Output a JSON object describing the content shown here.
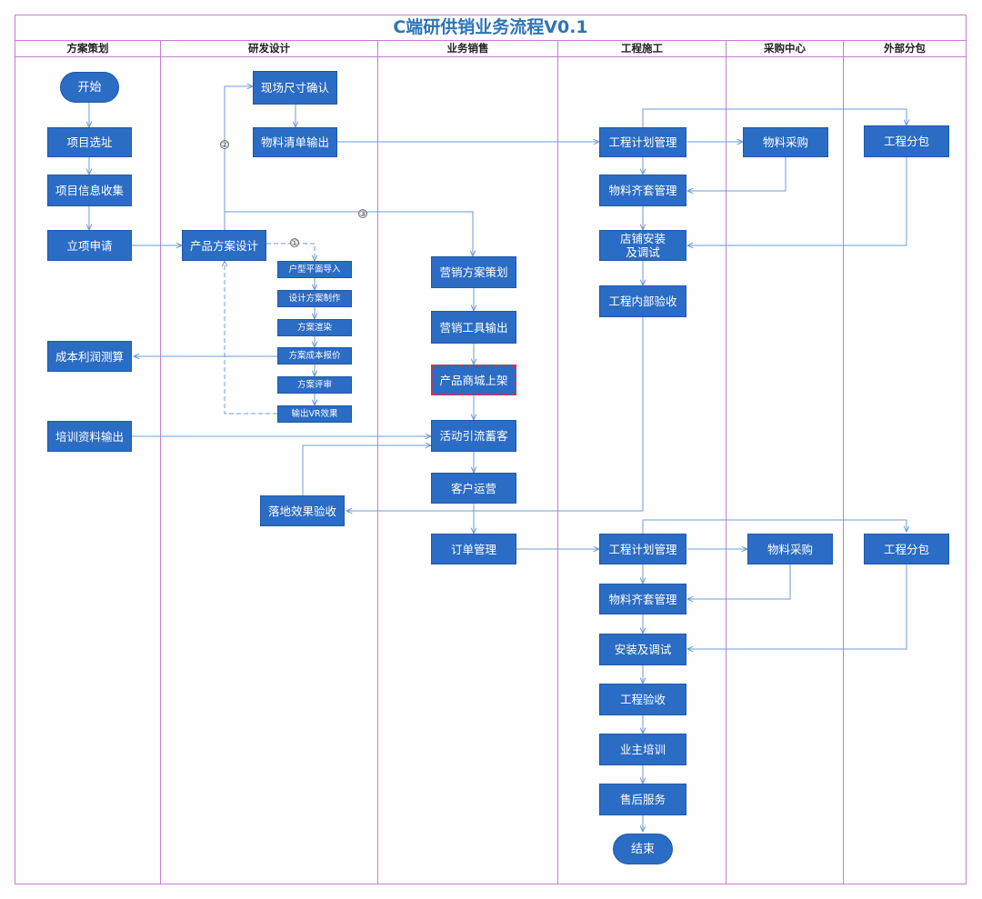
{
  "title": "C端研供销业务流程V0.1",
  "colors": {
    "node": "#2b6cc4",
    "line": "#6b9bd8",
    "lane": "#c77dd1",
    "title": "#2e75b6",
    "highlight_border": "#d9304a"
  },
  "lanes": [
    {
      "id": "plan",
      "label": "方案策划"
    },
    {
      "id": "rd",
      "label": "研发设计"
    },
    {
      "id": "sales",
      "label": "业务销售"
    },
    {
      "id": "eng",
      "label": "工程施工"
    },
    {
      "id": "purchase",
      "label": "采购中心"
    },
    {
      "id": "outsource",
      "label": "外部分包"
    }
  ],
  "nodes": [
    {
      "id": "start",
      "label": "开始",
      "shape": "terminal"
    },
    {
      "id": "site_select",
      "label": "项目选址"
    },
    {
      "id": "info_collect",
      "label": "项目信息收集"
    },
    {
      "id": "approval",
      "label": "立项申请"
    },
    {
      "id": "cost_calc",
      "label": "成本利润测算"
    },
    {
      "id": "training_out",
      "label": "培训资料输出"
    },
    {
      "id": "site_measure",
      "label": "现场尺寸确认"
    },
    {
      "id": "bom_out",
      "label": "物料清单输出"
    },
    {
      "id": "product_design",
      "label": "产品方案设计"
    },
    {
      "id": "floor_import",
      "label": "户型平面导入"
    },
    {
      "id": "design_make",
      "label": "设计方案制作"
    },
    {
      "id": "render",
      "label": "方案渲染"
    },
    {
      "id": "cost_quote",
      "label": "方案成本报价"
    },
    {
      "id": "review",
      "label": "方案评审"
    },
    {
      "id": "vr_out",
      "label": "输出VR效果"
    },
    {
      "id": "landing_accept",
      "label": "落地效果验收"
    },
    {
      "id": "mkt_plan",
      "label": "营销方案策划"
    },
    {
      "id": "mkt_tools",
      "label": "营销工具输出"
    },
    {
      "id": "mall_launch",
      "label": "产品商城上架",
      "highlight": true
    },
    {
      "id": "traffic",
      "label": "活动引流蓄客"
    },
    {
      "id": "cust_ops",
      "label": "客户运营"
    },
    {
      "id": "order_mgmt",
      "label": "订单管理"
    },
    {
      "id": "plan_mgmt1",
      "label": "工程计划管理"
    },
    {
      "id": "kit_mgmt1",
      "label": "物料齐套管理"
    },
    {
      "id": "store_install",
      "label": "店铺安装\n及调试"
    },
    {
      "id": "internal_accept",
      "label": "工程内部验收"
    },
    {
      "id": "plan_mgmt2",
      "label": "工程计划管理"
    },
    {
      "id": "kit_mgmt2",
      "label": "物料齐套管理"
    },
    {
      "id": "install_debug",
      "label": "安装及调试"
    },
    {
      "id": "eng_accept",
      "label": "工程验收"
    },
    {
      "id": "owner_train",
      "label": "业主培训"
    },
    {
      "id": "after_sales",
      "label": "售后服务"
    },
    {
      "id": "end",
      "label": "结束",
      "shape": "terminal"
    },
    {
      "id": "purchase1",
      "label": "物料采购"
    },
    {
      "id": "purchase2",
      "label": "物料采购"
    },
    {
      "id": "outsource1",
      "label": "工程分包"
    },
    {
      "id": "outsource2",
      "label": "工程分包"
    }
  ],
  "connector_labels": {
    "c1": "①",
    "c2": "②",
    "c3": "③"
  }
}
